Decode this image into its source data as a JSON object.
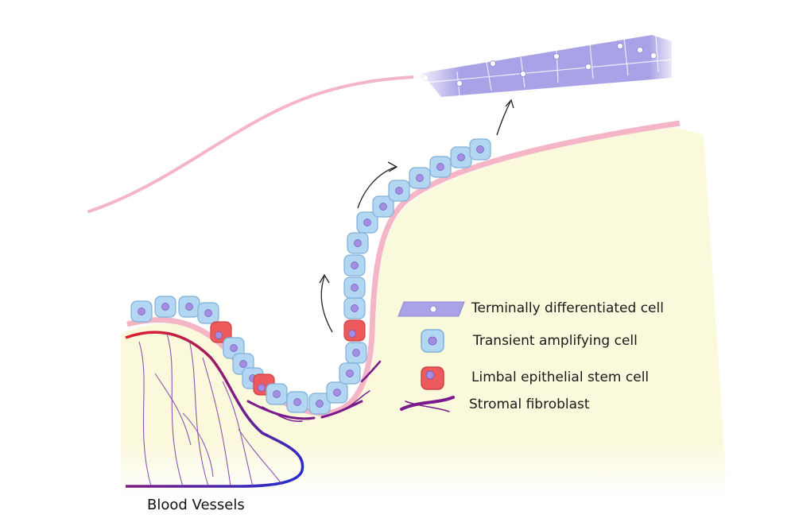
{
  "diagram": {
    "labels": {
      "blood_vessels": "Blood Vessels"
    },
    "legend": [
      {
        "key": "terminal",
        "label": "Terminally differentiated cell",
        "icon": "terminal-cell-icon"
      },
      {
        "key": "transient",
        "label": "Transient amplifying cell",
        "icon": "transient-cell-icon"
      },
      {
        "key": "stem",
        "label": "Limbal epithelial stem cell",
        "icon": "stem-cell-icon"
      },
      {
        "key": "fibroblast",
        "label": "Stromal fibroblast",
        "icon": "fibroblast-icon"
      }
    ],
    "colors": {
      "stroma": "#fbf9dc",
      "basement_membrane": "#f4b6c6",
      "transient_cell": "#b3d6f2",
      "transient_outline": "#7fb0d8",
      "stem_cell": "#ec5a5c",
      "terminal_cell": "#a9a2e6",
      "nucleus": "#a58de0",
      "fibroblast": "#7a1a8c",
      "vessel_red": "#e0202a",
      "vessel_blue": "#1f2fd0"
    }
  }
}
